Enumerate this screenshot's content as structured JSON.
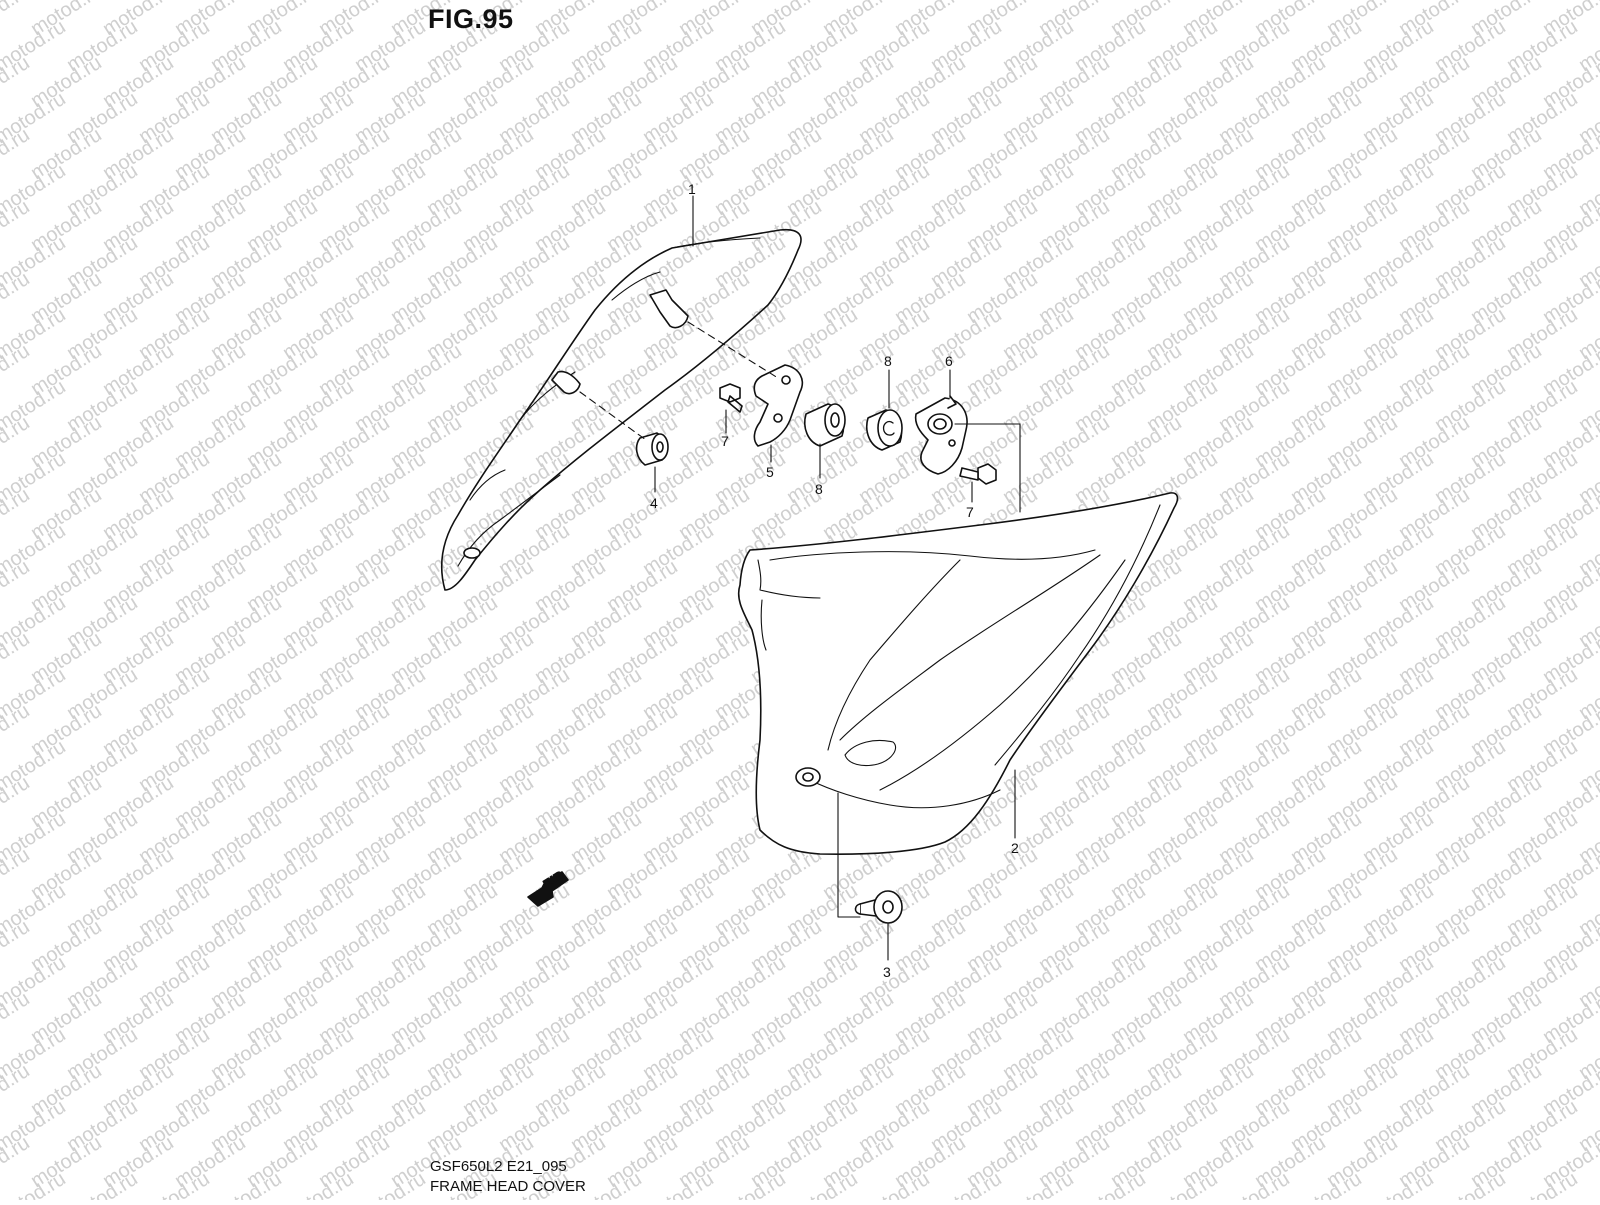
{
  "figure": {
    "title": "FIG.95",
    "model_code": "GSF650L2 E21_095",
    "section_name": "FRAME HEAD COVER"
  },
  "watermark": {
    "text": "motod.ru"
  },
  "direction_marker": {
    "text": "FWD"
  },
  "callouts": {
    "c1": "1",
    "c2": "2",
    "c3": "3",
    "c4": "4",
    "c5": "5",
    "c6": "6",
    "c7a": "7",
    "c7b": "7",
    "c8a": "8",
    "c8b": "8"
  }
}
